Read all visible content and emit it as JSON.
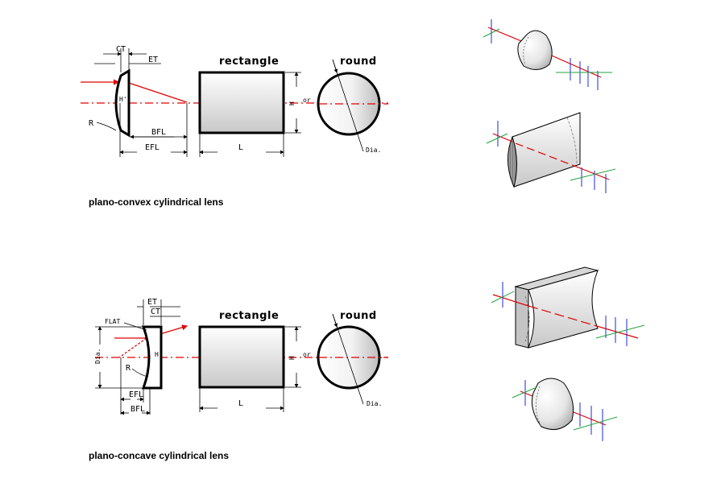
{
  "convex": {
    "labels": {
      "ct": "CT",
      "et": "ET",
      "h": "H'",
      "r": "R",
      "bfl": "BFL",
      "efl": "EFL",
      "l": "L",
      "h2": "H",
      "or": "or",
      "dia": "Dia."
    },
    "rect_title": "rectangle",
    "round_title": "round",
    "caption": "plano-convex cylindrical lens"
  },
  "concave": {
    "labels": {
      "et": "ET",
      "ct": "CT",
      "flat": "FLAT",
      "dia_left": "Dia.",
      "h": "H'",
      "r": "R",
      "efl": "EFL",
      "bfl": "BFL",
      "l": "L",
      "h2": "H",
      "or": "or",
      "dia": "Dia."
    },
    "rect_title": "rectangle",
    "round_title": "round",
    "caption": "plano-concave cylindrical lens"
  },
  "colors": {
    "ray": "#e00000",
    "blue": "#1a2bd4",
    "green": "#23a33a",
    "ink": "#000000"
  }
}
